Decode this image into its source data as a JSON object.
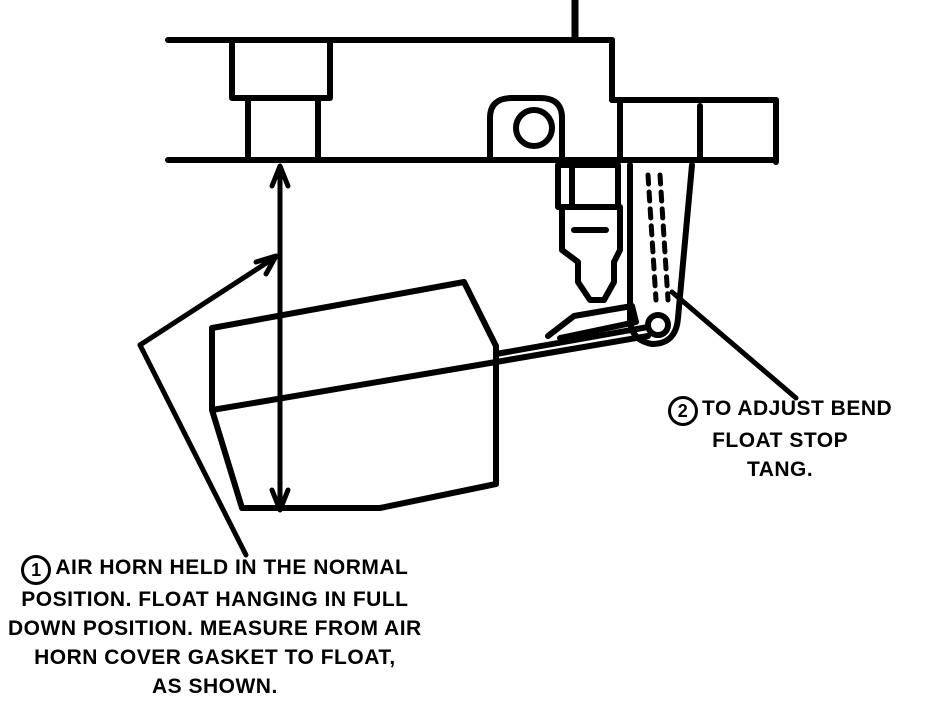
{
  "callouts": [
    {
      "number": "1",
      "lines": [
        "AIR HORN HELD IN THE NORMAL",
        "POSITION.  FLOAT HANGING IN FULL",
        "DOWN POSITION.  MEASURE FROM  AIR",
        "HORN COVER GASKET TO FLOAT,",
        "AS SHOWN."
      ]
    },
    {
      "number": "2",
      "lines": [
        "TO ADJUST BEND",
        "FLOAT STOP",
        "TANG."
      ]
    }
  ],
  "colors": {
    "ink": "#000000",
    "paper": "#ffffff"
  }
}
